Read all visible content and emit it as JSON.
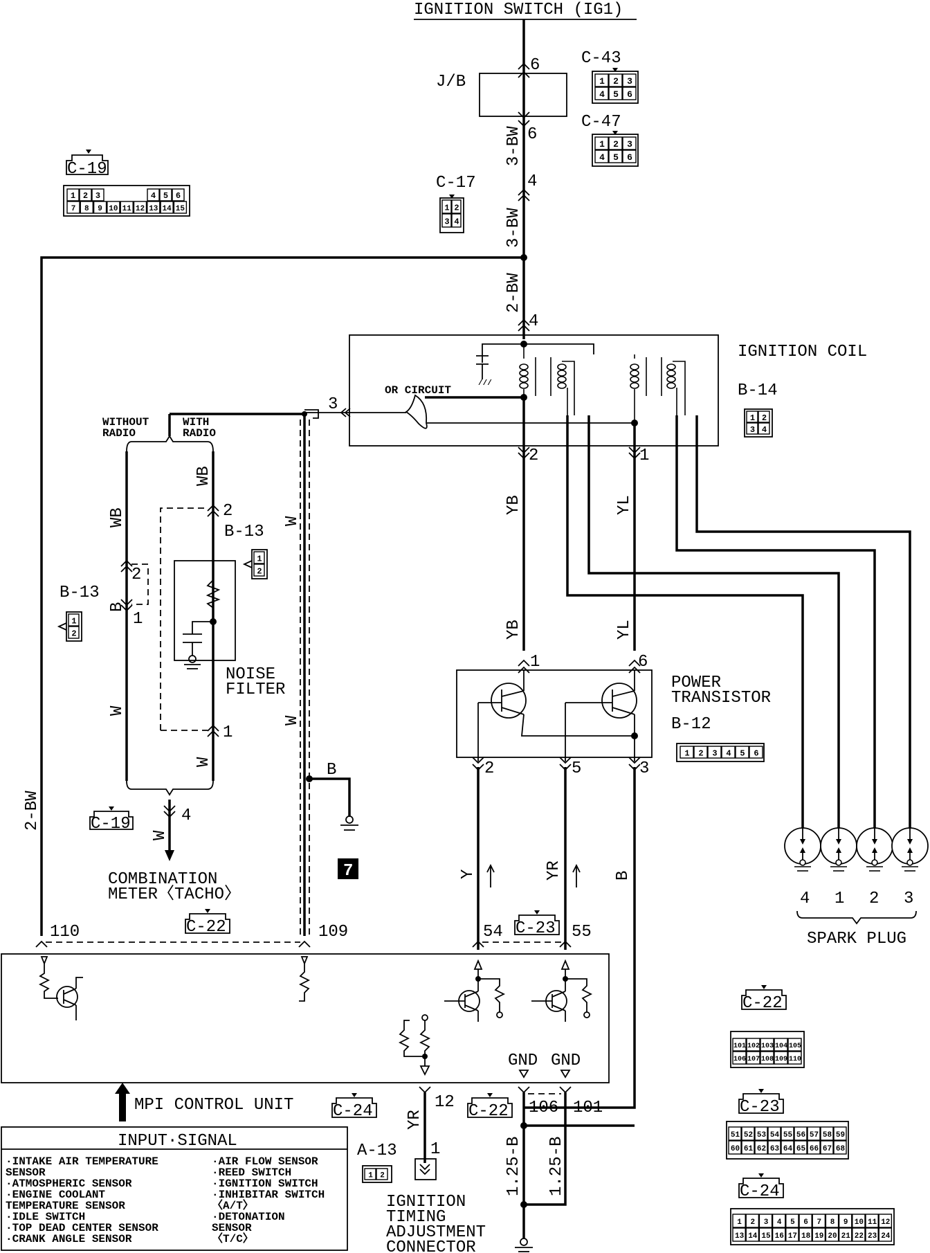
{
  "title": "IGNITION SWITCH (IG1)",
  "junction_block": {
    "label": "J/B",
    "pin_in": "6",
    "pin_out": "6"
  },
  "connectors": {
    "c43": {
      "label": "C-43",
      "pins": [
        "1",
        "2",
        "3",
        "4",
        "5",
        "6"
      ]
    },
    "c47": {
      "label": "C-47",
      "pins": [
        "1",
        "2",
        "3",
        "4",
        "5",
        "6"
      ]
    },
    "c17": {
      "label": "C-17",
      "pins": [
        "1",
        "2",
        "3",
        "4"
      ]
    },
    "c19_top": {
      "label": "C-19",
      "pins_top": [
        "1",
        "2",
        "3",
        "4",
        "5",
        "6"
      ],
      "pins_bottom": [
        "7",
        "8",
        "9",
        "10",
        "11",
        "12",
        "13",
        "14",
        "15"
      ]
    },
    "b13_left": {
      "label": "B-13",
      "pins": [
        "1",
        "2"
      ]
    },
    "b13_right": {
      "label": "B-13",
      "pins": [
        "1",
        "2"
      ]
    },
    "b14": {
      "label": "B-14",
      "pins": [
        "1",
        "2",
        "3",
        "4"
      ]
    },
    "b12": {
      "label": "B-12",
      "pins": [
        "1",
        "2",
        "3",
        "4",
        "5",
        "6"
      ]
    },
    "c19_meter": {
      "label": "C-19"
    },
    "c22_meter": {
      "label": "C-22"
    },
    "c23_ecu": {
      "label": "C-23"
    },
    "c24_ecu": {
      "label": "C-24"
    },
    "c22_ecu": {
      "label": "C-22"
    },
    "a13": {
      "label": "A-13",
      "pins": [
        "1",
        "2"
      ]
    },
    "c22_legend": {
      "label": "C-22",
      "pins_top": [
        "101",
        "102",
        "103",
        "104",
        "105"
      ],
      "pins_bottom": [
        "106",
        "107",
        "108",
        "109",
        "110"
      ]
    },
    "c23_legend": {
      "label": "C-23",
      "pins_top": [
        "51",
        "52",
        "53",
        "54",
        "55",
        "56",
        "57",
        "58",
        "59"
      ],
      "pins_bottom": [
        "60",
        "61",
        "62",
        "63",
        "64",
        "65",
        "66",
        "67",
        "68"
      ]
    },
    "c24_legend": {
      "label": "C-24",
      "pins_top": [
        "1",
        "2",
        "3",
        "4",
        "5",
        "6",
        "7",
        "8",
        "9",
        "10",
        "11",
        "12"
      ],
      "pins_bottom": [
        "13",
        "14",
        "15",
        "16",
        "17",
        "18",
        "19",
        "20",
        "21",
        "22",
        "23",
        "24"
      ]
    }
  },
  "wires": {
    "bw3_upper": "3-BW",
    "pin4_c17": "4",
    "bw3_lower": "3-BW",
    "bw2": "2-BW",
    "coil_pin4": "4",
    "bw2_left": "2-BW",
    "coil_pin2": "2",
    "coil_pin1": "1",
    "coil_pin3": "3",
    "yb_upper": "YB",
    "yl_upper": "YL",
    "yb_lower": "YB",
    "yl_lower": "YL",
    "pt_pin1": "1",
    "pt_pin6": "6",
    "pt_pin2": "2",
    "pt_pin5": "5",
    "pt_pin3": "3",
    "wire_y": "Y",
    "wire_yr": "YR",
    "wire_b": "B",
    "wb_left": "WB",
    "wb_right": "WB",
    "b_left": "B",
    "w_left": "W",
    "w_right": "W",
    "w_meter": "W",
    "w_shield": "W",
    "nf_pin2": "2",
    "nf_pin1": "1",
    "b13_pin2": "2",
    "b13_pin1": "1",
    "meter_pin4": "4",
    "ground_b": "B",
    "ecu_110": "110",
    "ecu_109": "109",
    "ecu_54": "54",
    "ecu_55": "55",
    "ecu_12": "12",
    "ecu_106": "106",
    "ecu_101": "101",
    "wire_yr_12": "YR",
    "a13_pin1": "1",
    "gnd_125b_1": "1.25-B",
    "gnd_125b_2": "1.25-B"
  },
  "components": {
    "ignition_coil": "IGNITION COIL",
    "or_circuit": "OR CIRCUIT",
    "without_radio": [
      "WITHOUT",
      "RADIO"
    ],
    "with_radio": [
      "WITH",
      "RADIO"
    ],
    "noise_filter": [
      "NOISE",
      "FILTER"
    ],
    "combination_meter": [
      "COMBINATION",
      "METER〈TACHO〉"
    ],
    "power_transistor": [
      "POWER",
      "TRANSISTOR"
    ],
    "spark_plug": {
      "label": "SPARK PLUG",
      "cylinders": [
        "4",
        "1",
        "2",
        "3"
      ]
    },
    "mpi_control_unit": "MPI CONTROL UNIT",
    "gnd1": "GND",
    "gnd2": "GND",
    "timing_connector": [
      "IGNITION",
      "TIMING",
      "ADJUSTMENT",
      "CONNECTOR"
    ],
    "ground_point_number": "7"
  },
  "input_signal": {
    "title": "INPUT·SIGNAL",
    "left": [
      "·INTAKE AIR TEMPERATURE",
      " SENSOR",
      "·ATMOSPHERIC SENSOR",
      "·ENGINE COOLANT",
      " TEMPERATURE SENSOR",
      "·IDLE SWITCH",
      "·TOP DEAD CENTER SENSOR",
      "·CRANK ANGLE SENSOR"
    ],
    "right": [
      "·AIR FLOW SENSOR",
      "·REED SWITCH",
      "·IGNITION SWITCH",
      "·INHIBITAR SWITCH",
      " 〈A/T〉",
      "·DETONATION",
      " SENSOR",
      " 〈T/C〉"
    ]
  }
}
